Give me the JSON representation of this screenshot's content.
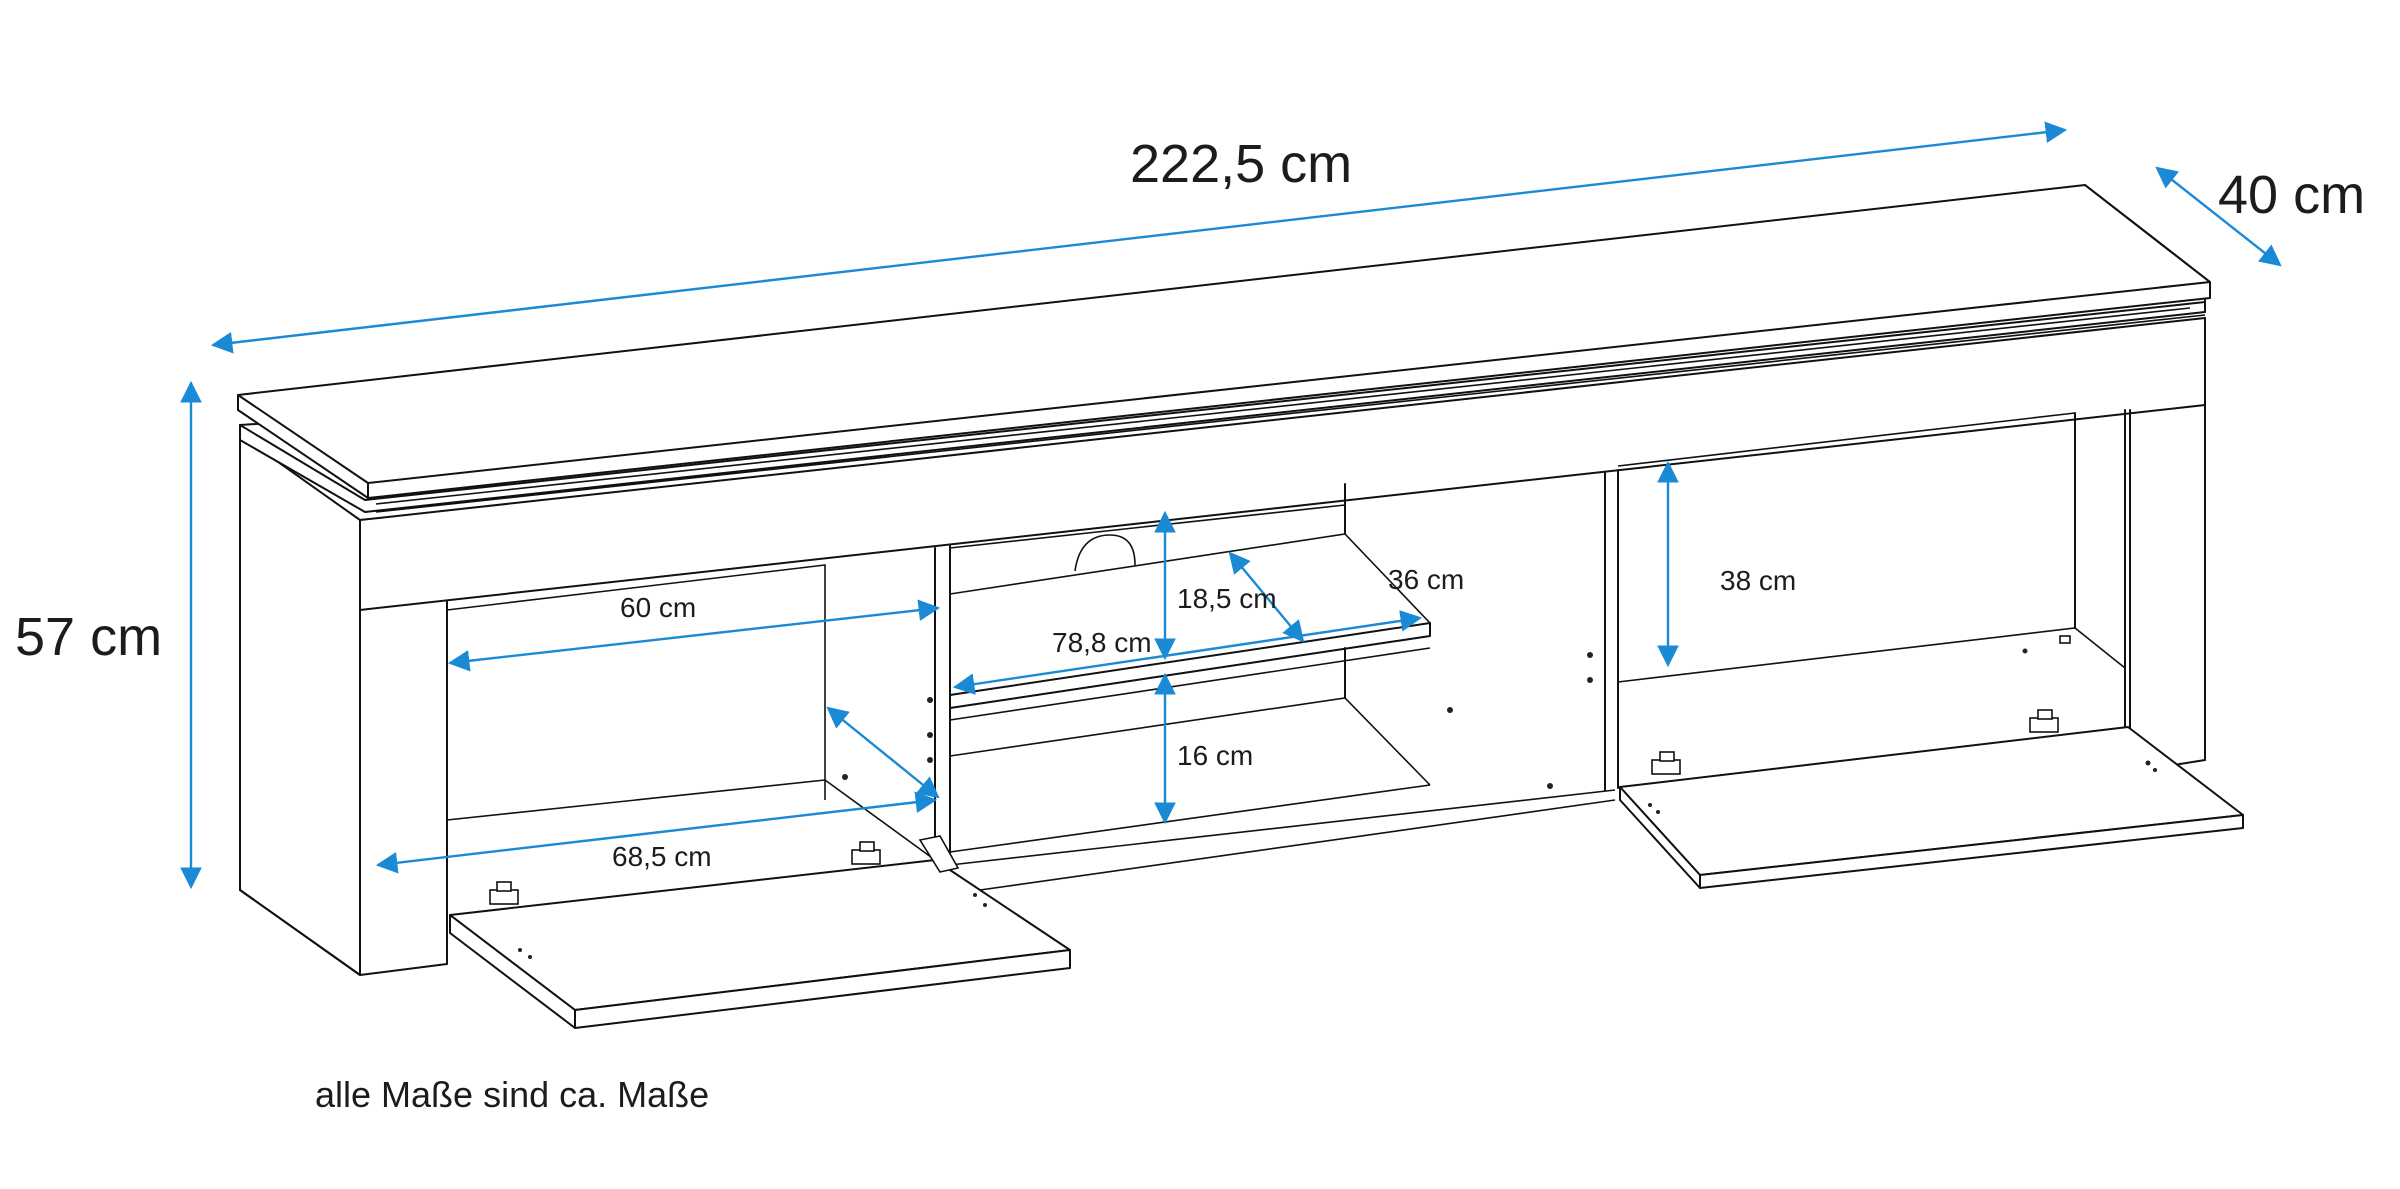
{
  "diagram": {
    "subject": "TV lowboard with flap doors and open middle compartment",
    "accent_color": "#1a8ad4",
    "line_color": "#111111",
    "dimensions": {
      "overall_width": "222,5 cm",
      "overall_depth": "40 cm",
      "overall_height": "57 cm",
      "left_compartment_inner_width": "60 cm",
      "left_door_width": "68,5 cm",
      "middle_compartment_width": "78,8 cm",
      "middle_shelf_depth": "36 cm",
      "middle_upper_height": "18,5 cm",
      "middle_lower_height": "16 cm",
      "right_compartment_height": "38 cm"
    },
    "footnote": "alle Maße sind ca. Maße"
  }
}
